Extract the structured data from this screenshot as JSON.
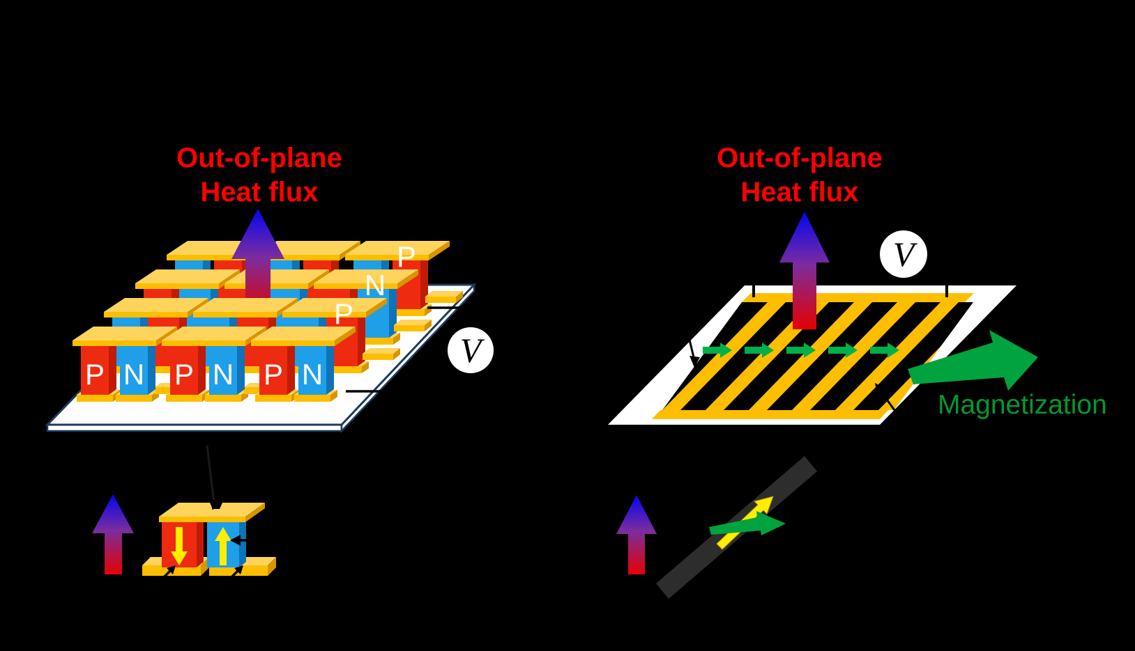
{
  "figure": {
    "background": "#000000",
    "left_panel": {
      "title_line1": "Out-of-plane",
      "title_line2": "Heat flux",
      "voltmeter_label": "V",
      "front_row_letters": [
        "P",
        "N",
        "P",
        "N",
        "P",
        "N"
      ],
      "side_letters": [
        "P",
        "N",
        "P"
      ]
    },
    "right_panel": {
      "title_line1": "Out-of-plane",
      "title_line2": "Heat flux",
      "voltmeter_label": "V",
      "magnetization_label": "Magnetization"
    },
    "colors": {
      "title_red": "#FF0000",
      "heatflux_gradient_top": "#0404F0",
      "heatflux_gradient_mid": "#7A2D9E",
      "heatflux_gradient_bottom": "#E60000",
      "gold_front": "#FDBE00",
      "gold_top": "#FFD45C",
      "gold_side": "#D89500",
      "red_front": "#EE2B10",
      "red_side": "#C01C05",
      "red_top": "#F8482E",
      "blue_front": "#1F9FE8",
      "blue_side": "#0E73B8",
      "blue_top": "#4BB5F0",
      "substrate_white": "#FFFFFF",
      "substrate_edge_navy": "#1E3A5C",
      "green_big_arrow": "#00A33E",
      "green_mini_arrow": "#00B04A",
      "green_text": "#009933",
      "strip_gray": "#2D2D2D",
      "yellow_arrow": "#FFEE00",
      "wire_black": "#000000"
    }
  }
}
